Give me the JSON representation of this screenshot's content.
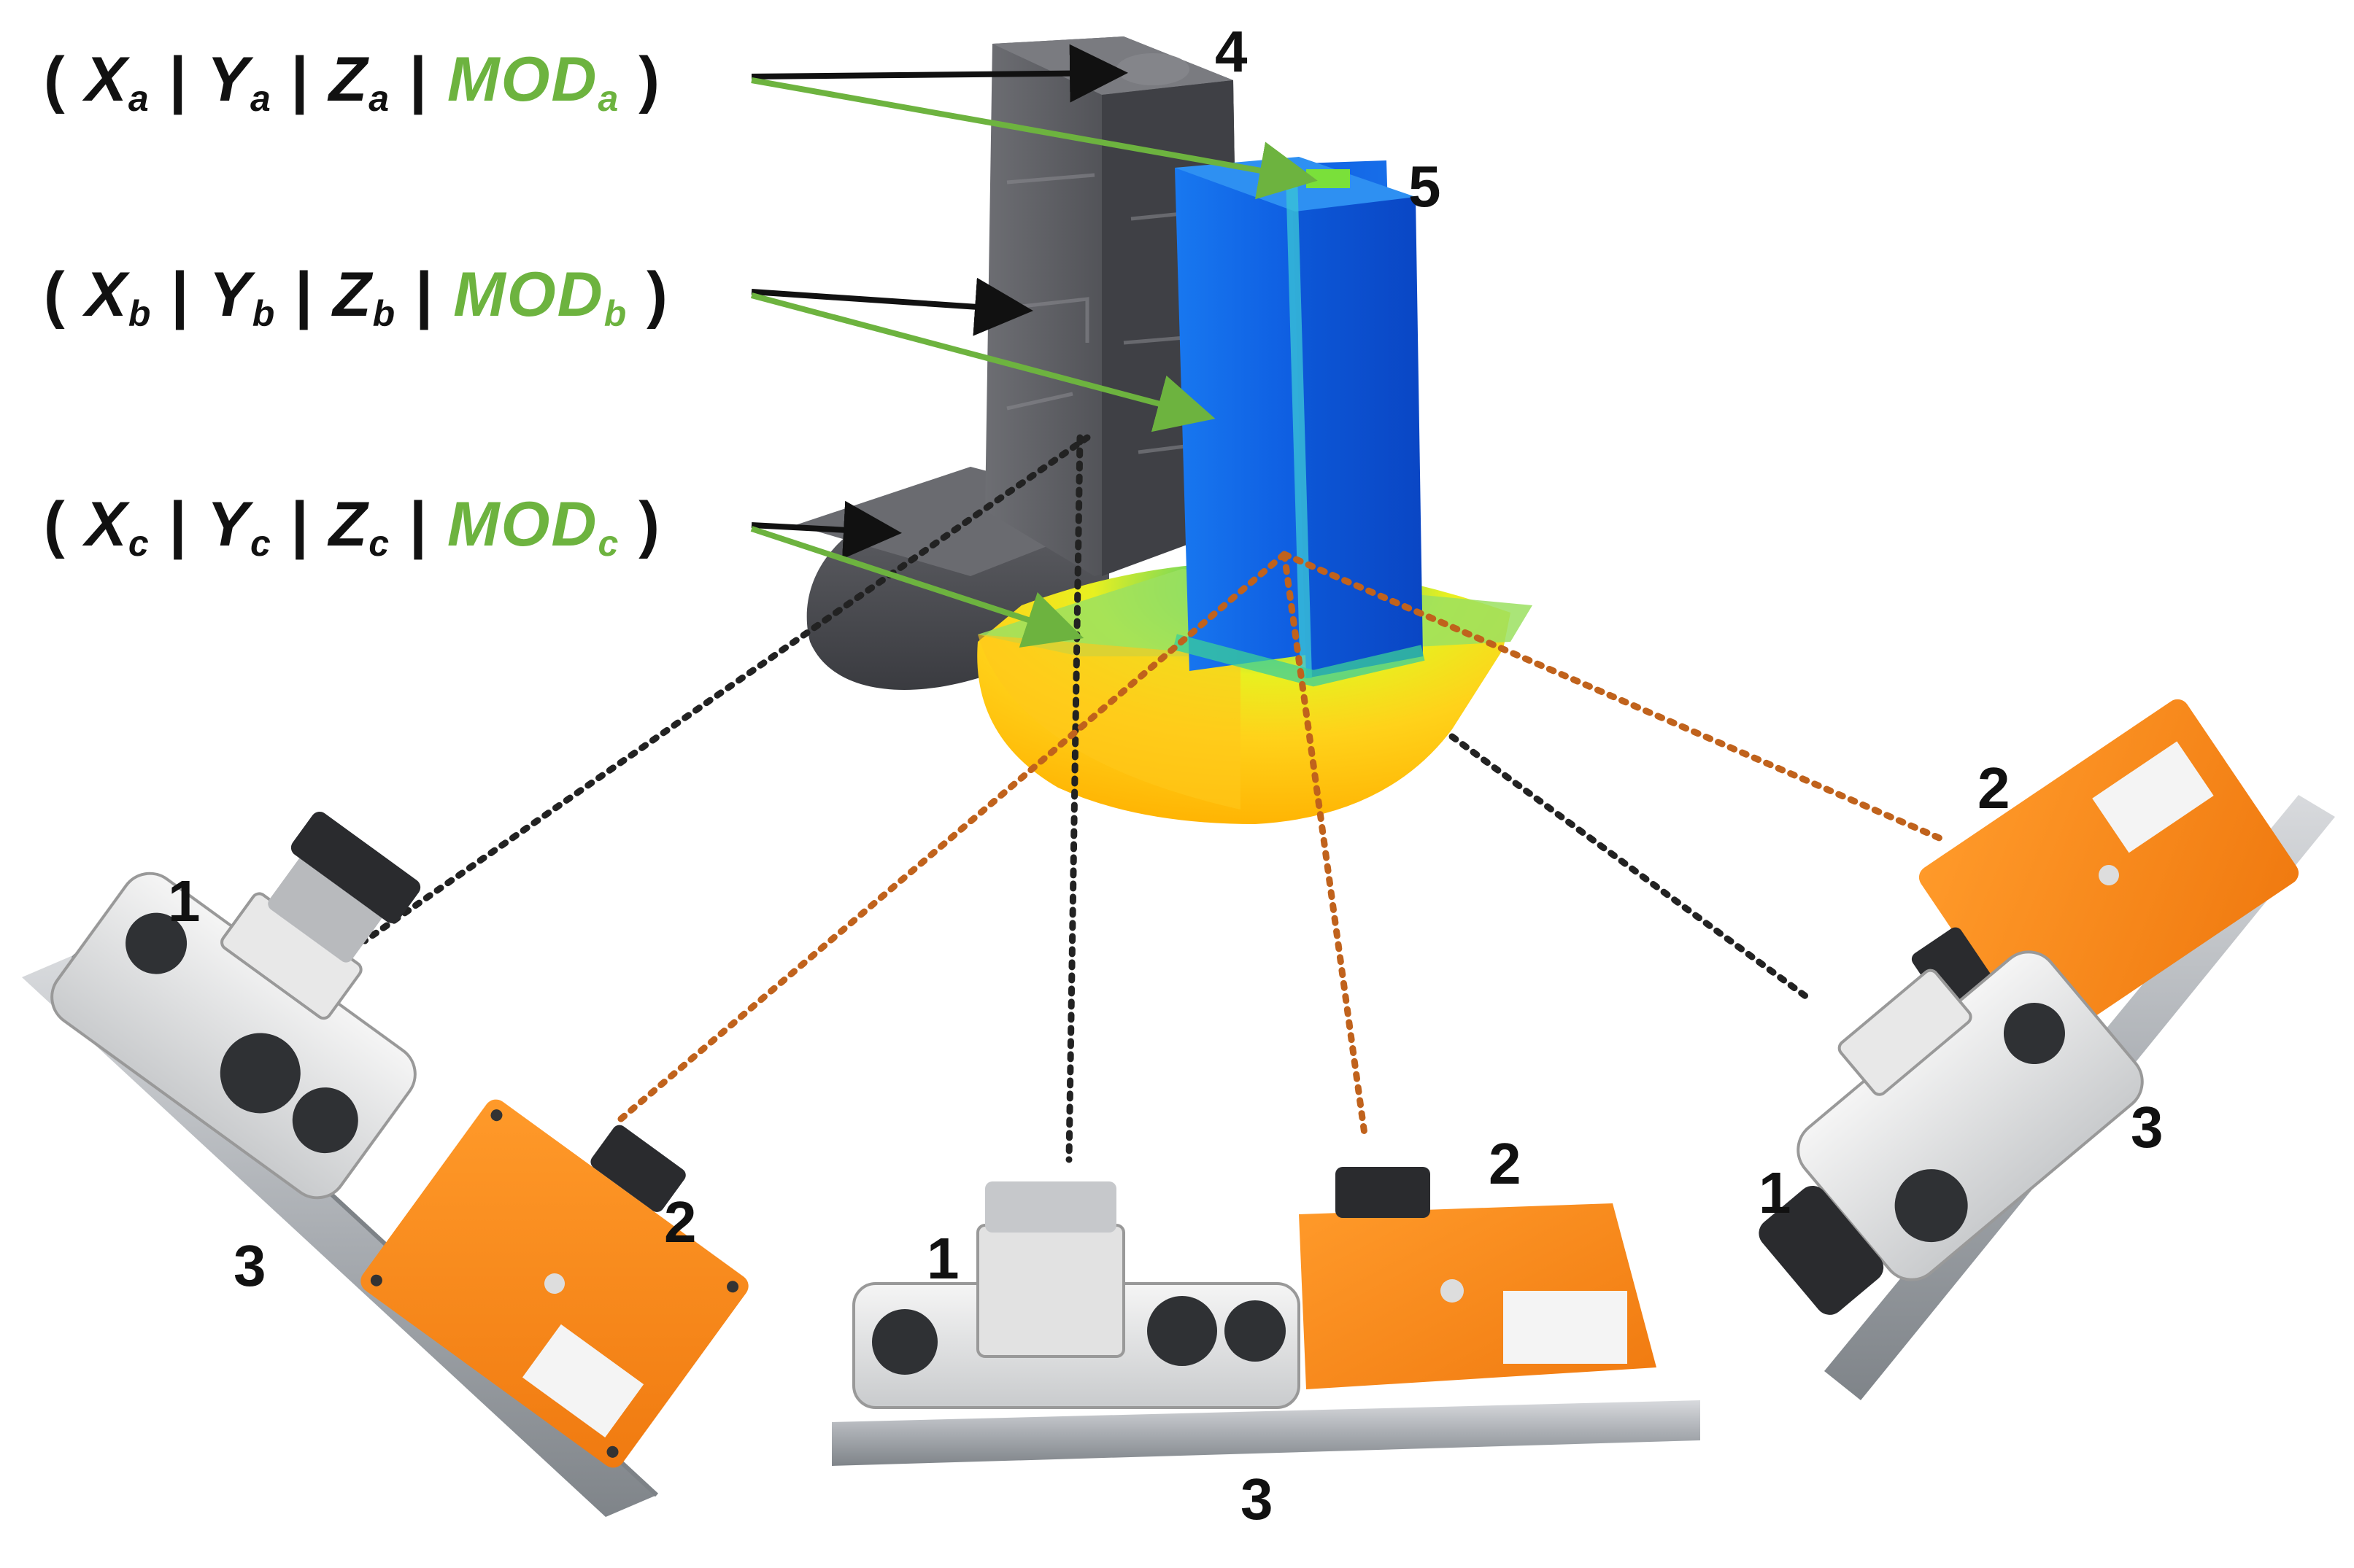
{
  "labels": [
    {
      "x": "X",
      "x_sub": "a",
      "y": "Y",
      "y_sub": "a",
      "z": "Z",
      "z_sub": "a",
      "mod": "MOD",
      "mod_sub": "a"
    },
    {
      "x": "X",
      "x_sub": "b",
      "y": "Y",
      "y_sub": "b",
      "z": "Z",
      "z_sub": "b",
      "mod": "MOD",
      "mod_sub": "b"
    },
    {
      "x": "X",
      "x_sub": "c",
      "y": "Y",
      "y_sub": "c",
      "z": "Z",
      "z_sub": "c",
      "mod": "MOD",
      "mod_sub": "c"
    }
  ],
  "callouts": {
    "one": "1",
    "two": "2",
    "three": "3",
    "four": "4",
    "five": "5"
  },
  "colors": {
    "green_arrow": "#6db33f",
    "black_arrow": "#111111",
    "camera_orange": "#ff8a1a",
    "dotted_black": "#222222",
    "dotted_orange": "#c0621c",
    "point_cloud_blue": "#0a64e0",
    "point_cloud_yellow": "#ffc20e",
    "scan_gray": "#58595e"
  }
}
